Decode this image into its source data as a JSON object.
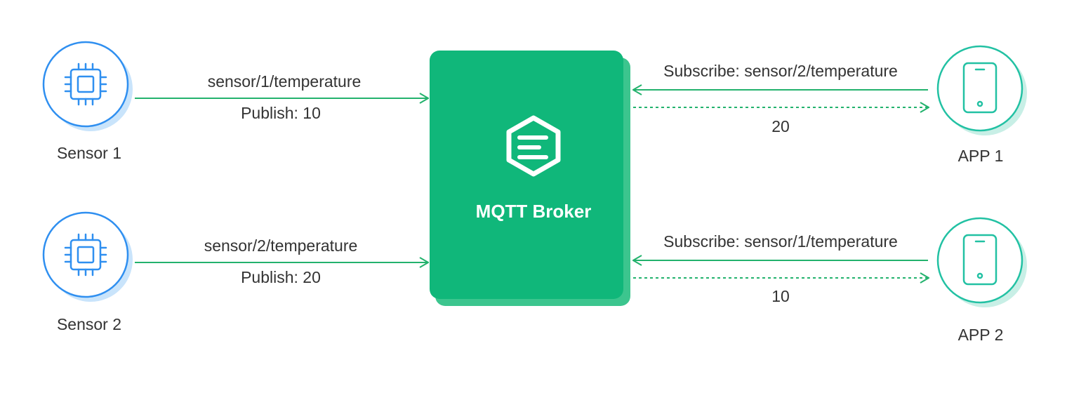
{
  "colors": {
    "broker_fill": "#10b77a",
    "broker_shadow": "#3cc58e",
    "arrow": "#23b26d",
    "sensor_ring": "#2f8ff0",
    "sensor_shadow": "#c9e4fb",
    "app_ring": "#22c1a3",
    "app_shadow": "#c8efe6",
    "text": "#333333",
    "broker_text": "#ffffff"
  },
  "broker": {
    "title": "MQTT Broker",
    "logo_icon": "hexagon-lines-icon"
  },
  "sensors": [
    {
      "name": "Sensor 1",
      "icon": "chip-icon",
      "topic": "sensor/1/temperature",
      "publish": "Publish: 10"
    },
    {
      "name": "Sensor 2",
      "icon": "chip-icon",
      "topic": "sensor/2/temperature",
      "publish": "Publish: 20"
    }
  ],
  "apps": [
    {
      "name": "APP 1",
      "icon": "phone-icon",
      "subscribe": "Subscribe: sensor/2/temperature",
      "received": "20"
    },
    {
      "name": "APP 2",
      "icon": "phone-icon",
      "subscribe": "Subscribe: sensor/1/temperature",
      "received": "10"
    }
  ]
}
